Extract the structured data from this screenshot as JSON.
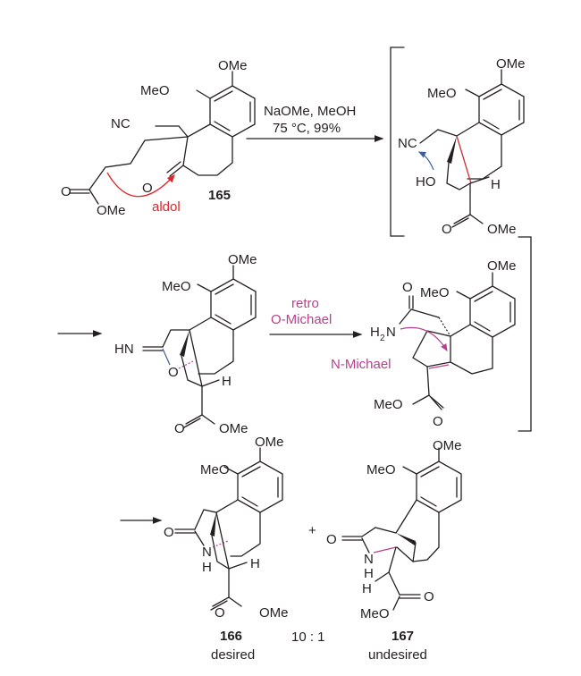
{
  "colors": {
    "ink": "#231f20",
    "aldol_arrow": "#e0262c",
    "michael_annotation": "#b8408f",
    "retro_bond": "#b8408f",
    "attack_arrow": "#3a5f9a",
    "new_bond_red": "#c8323a"
  },
  "compound_165": {
    "label": "165",
    "groups": {
      "ome": "OMe",
      "meo": "MeO",
      "nc": "NC",
      "ketone_o": "O",
      "ester_o": "O",
      "ester_ome": "OMe"
    },
    "annotation": "aldol"
  },
  "reaction_1": {
    "conditions_line1": "NaOMe, MeOH",
    "conditions_line2": "75 °C, 99%"
  },
  "intermediate_aldol": {
    "groups": {
      "ome": "OMe",
      "meo": "MeO",
      "nc": "NC",
      "ho": "HO",
      "h": "H",
      "ester_o": "O",
      "ester_ome": "OMe"
    }
  },
  "intermediate_imidate": {
    "groups": {
      "ome": "OMe",
      "meo": "MeO",
      "hn": "HN",
      "o": "O",
      "h": "H",
      "ester_o": "O",
      "ester_ome": "OMe"
    }
  },
  "reaction_2": {
    "label_line1": "retro",
    "label_line2": "O-Michael"
  },
  "intermediate_amide": {
    "groups": {
      "o": "O",
      "meo": "MeO",
      "ome": "OMe",
      "h2n_h": "H",
      "h2n_sub": "2",
      "h2n_n": "N",
      "ester_meo": "MeO",
      "ester_o": "O"
    },
    "annotation": "N-Michael"
  },
  "compound_166": {
    "label": "166",
    "descriptor": "desired",
    "groups": {
      "ome": "OMe",
      "meo": "MeO",
      "o": "O",
      "n": "N",
      "nh": "H",
      "h": "H",
      "ester_o": "O",
      "ester_ome": "OMe"
    }
  },
  "compound_167": {
    "label": "167",
    "descriptor": "undesired",
    "groups": {
      "ome": "OMe",
      "meo": "MeO",
      "o": "O",
      "n": "N",
      "nh": "H",
      "h": "H",
      "ester_o": "O",
      "ester_meo": "MeO"
    }
  },
  "plus_sign": "+",
  "ratio": "10 : 1"
}
